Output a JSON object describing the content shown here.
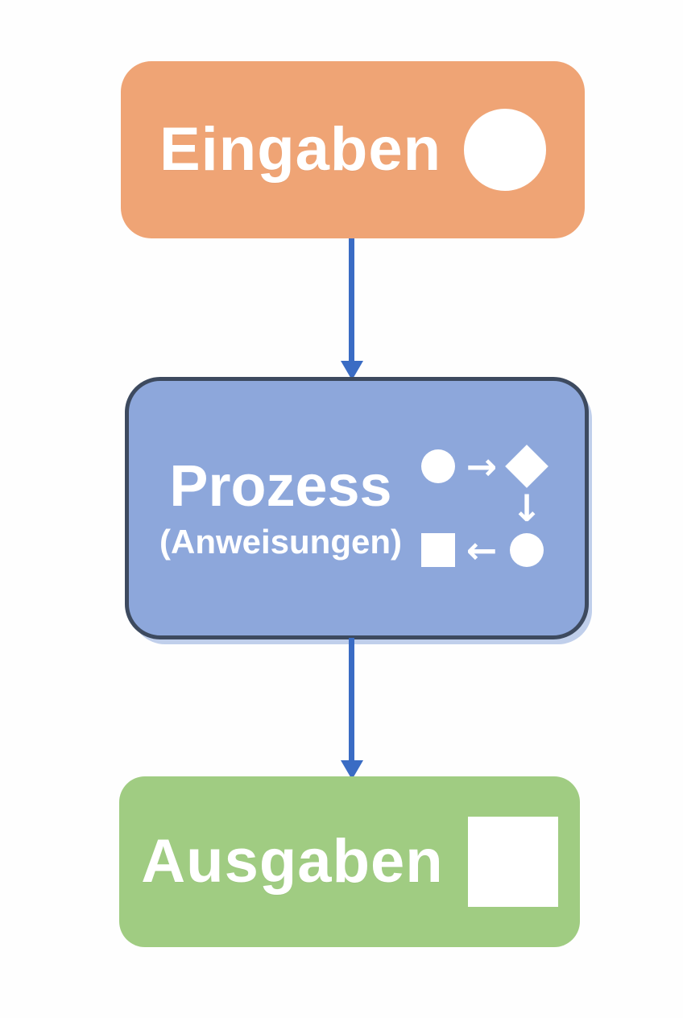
{
  "diagram": {
    "title": "Input-Process-Output flow diagram",
    "input_box": {
      "label": "Eingaben",
      "icon": "filled-circle"
    },
    "process_box": {
      "label": "Prozess",
      "sublabel": "(Anweisungen)",
      "icon": "mini-flowchart"
    },
    "output_box": {
      "label": "Ausgaben",
      "icon": "filled-square"
    },
    "arrows": [
      {
        "from": "input_box",
        "to": "process_box"
      },
      {
        "from": "process_box",
        "to": "output_box"
      }
    ]
  },
  "flowchart_icon": {
    "arrow_right": "→",
    "arrow_down": "↓",
    "arrow_left": "←",
    "shapes": [
      "circle",
      "diamond",
      "square",
      "circle"
    ]
  },
  "colors": {
    "page-bg": "#fefefe",
    "input-bg": "#efa475",
    "process-bg": "#8da7db",
    "process-border": "#3d4a5f",
    "output-bg": "#a0cc82",
    "arrow": "#3a6cc4",
    "icon-white": "#ffffff"
  }
}
